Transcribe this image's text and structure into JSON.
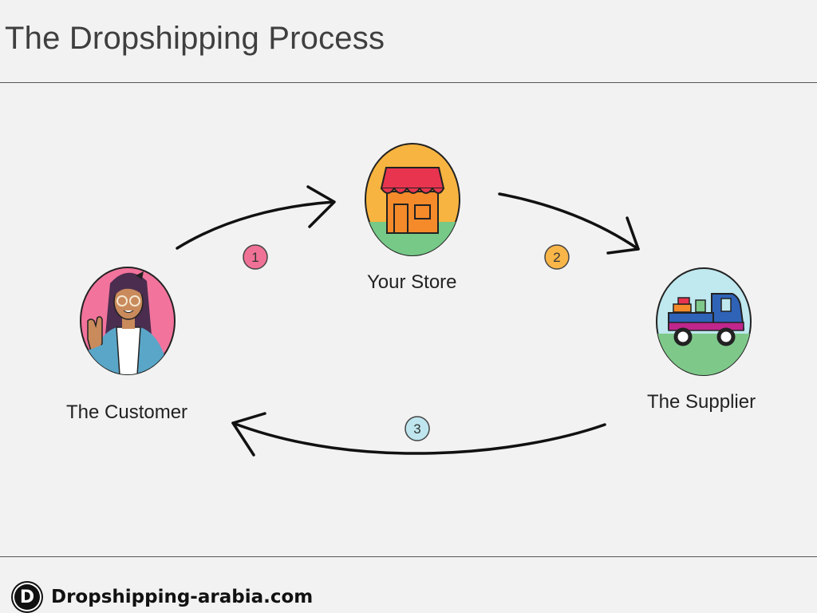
{
  "header": {
    "title": "The Dropshipping Process"
  },
  "nodes": {
    "customer": {
      "label": "The Customer",
      "icon": "customer-icon",
      "bg": "#f2739c"
    },
    "store": {
      "label": "Your Store",
      "icon": "store-icon",
      "bg": "#f7b440"
    },
    "supplier": {
      "label": "The Supplier",
      "icon": "delivery-truck-icon",
      "bg": "#bfe8ef"
    }
  },
  "steps": [
    {
      "number": "1",
      "color": "#f07196"
    },
    {
      "number": "2",
      "color": "#f8b548"
    },
    {
      "number": "3",
      "color": "#bfe6ee"
    }
  ],
  "footer": {
    "logo_letter": "D",
    "site": "Dropshipping-arabia.com"
  }
}
